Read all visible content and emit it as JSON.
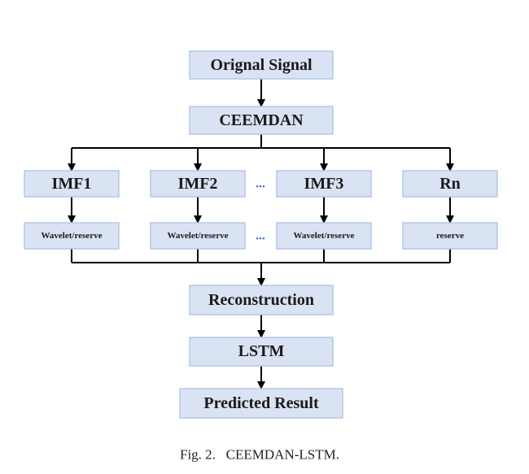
{
  "nodes": {
    "original_signal": "Orignal Signal",
    "ceemdan": "CEEMDAN",
    "imf1": "IMF1",
    "imf2": "IMF2",
    "imf3": "IMF3",
    "rn": "Rn",
    "wavelet1": "Wavelet/reserve",
    "wavelet2": "Wavelet/reserve",
    "wavelet3": "Wavelet/reserve",
    "reserve": "reserve",
    "reconstruction": "Reconstruction",
    "lstm": "LSTM",
    "predicted_result": "Predicted Result"
  },
  "ellipsis": "...",
  "caption": "Fig. 2.   CEEMDAN-LSTM.",
  "colors": {
    "box_fill": "#dae3f3",
    "box_stroke": "#b4c7e7",
    "ellipsis": "#4472c4"
  }
}
